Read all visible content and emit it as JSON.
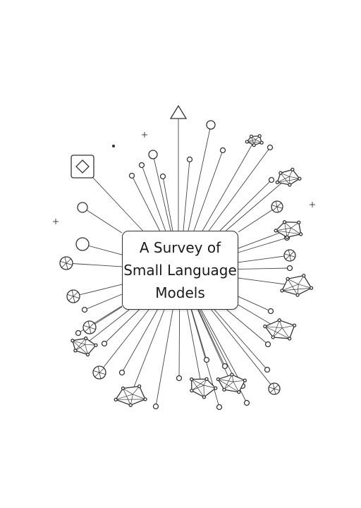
{
  "title": {
    "lines": [
      "A Survey of",
      "Small Language",
      "Models"
    ]
  },
  "illustration": {
    "style": "line-art",
    "colors": {
      "stroke": "#333333",
      "background": "#ffffff"
    },
    "icons": [
      "triangle-arrow-icon",
      "diamond-in-square-icon",
      "node-circle-icon",
      "wheel-icon",
      "polyhedron-icon",
      "plus-sparkle-icon"
    ]
  }
}
